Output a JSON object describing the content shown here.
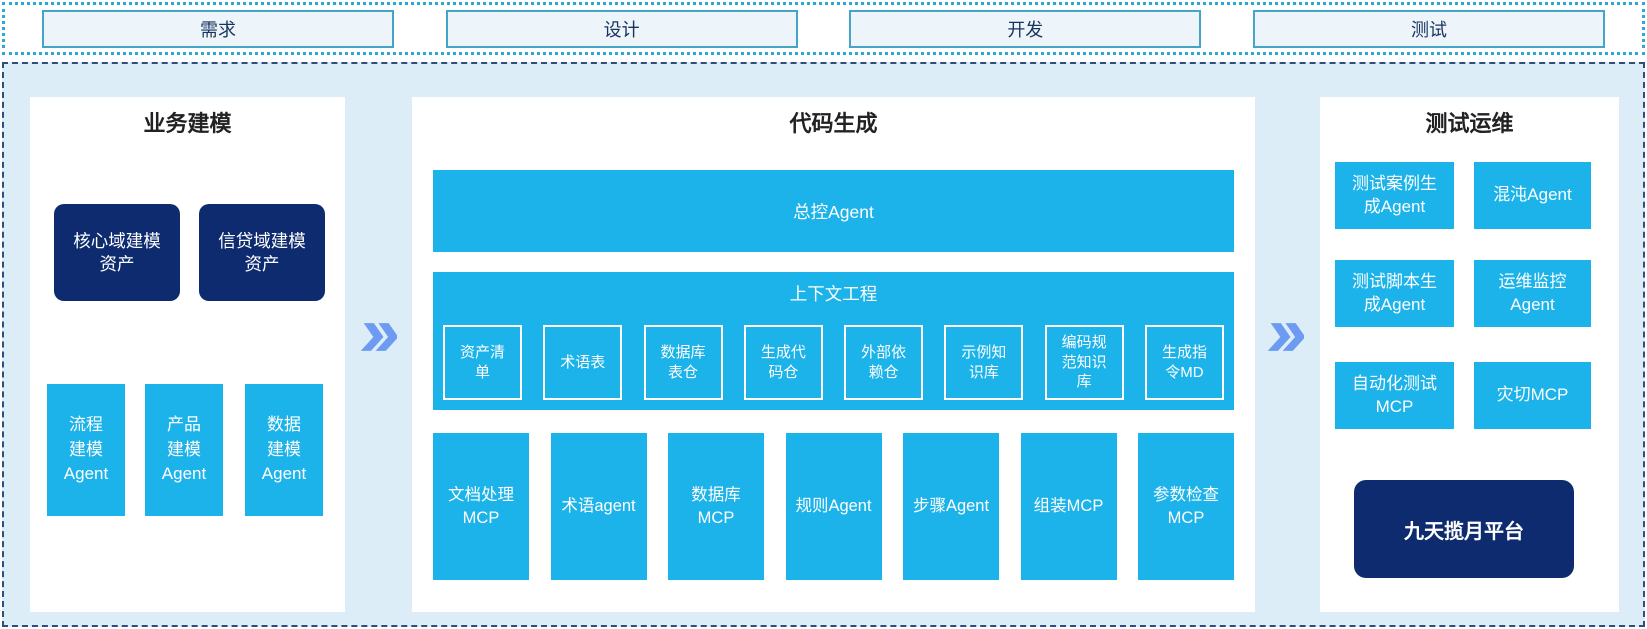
{
  "phases": [
    {
      "label": "需求"
    },
    {
      "label": "设计"
    },
    {
      "label": "开发"
    },
    {
      "label": "测试"
    }
  ],
  "panels": {
    "business": {
      "title": "业务建模",
      "assets": [
        {
          "label": "核心域建模\n资产"
        },
        {
          "label": "信贷域建模\n资产"
        }
      ],
      "agents": [
        {
          "label": "流程\n建模\nAgent"
        },
        {
          "label": "产品\n建模\nAgent"
        },
        {
          "label": "数据\n建模\nAgent"
        }
      ]
    },
    "codegen": {
      "title": "代码生成",
      "master_agent": "总控Agent",
      "context": {
        "title": "上下文工程",
        "items": [
          {
            "label": "资产清\n单"
          },
          {
            "label": "术语表"
          },
          {
            "label": "数据库\n表仓"
          },
          {
            "label": "生成代\n码仓"
          },
          {
            "label": "外部依\n赖仓"
          },
          {
            "label": "示例知\n识库"
          },
          {
            "label": "编码规\n范知识\n库"
          },
          {
            "label": "生成指\n令MD"
          }
        ]
      },
      "tools": [
        {
          "label": "文档处理\nMCP"
        },
        {
          "label": "术语agent"
        },
        {
          "label": "数据库\nMCP"
        },
        {
          "label": "规则Agent"
        },
        {
          "label": "步骤Agent"
        },
        {
          "label": "组装MCP"
        },
        {
          "label": "参数检查\nMCP"
        }
      ]
    },
    "testops": {
      "title": "测试运维",
      "boxes": [
        {
          "label": "测试案例生\n成Agent"
        },
        {
          "label": "混沌Agent"
        },
        {
          "label": "测试脚本生\n成Agent"
        },
        {
          "label": "运维监控\nAgent"
        },
        {
          "label": "自动化测试\nMCP"
        },
        {
          "label": "灾切MCP"
        }
      ],
      "platform": "九天揽月平台"
    }
  },
  "colors": {
    "accent_cyan": "#1bb3e9",
    "dark_navy": "#0d2b6e",
    "arrow_blue": "#6d9bf1",
    "light_blue_bg": "#dcedf8",
    "dotted_border_cyan": "#2ba9d6",
    "dashed_border_navy": "#2e4e7c",
    "phase_box_bg": "#edf5fa"
  }
}
